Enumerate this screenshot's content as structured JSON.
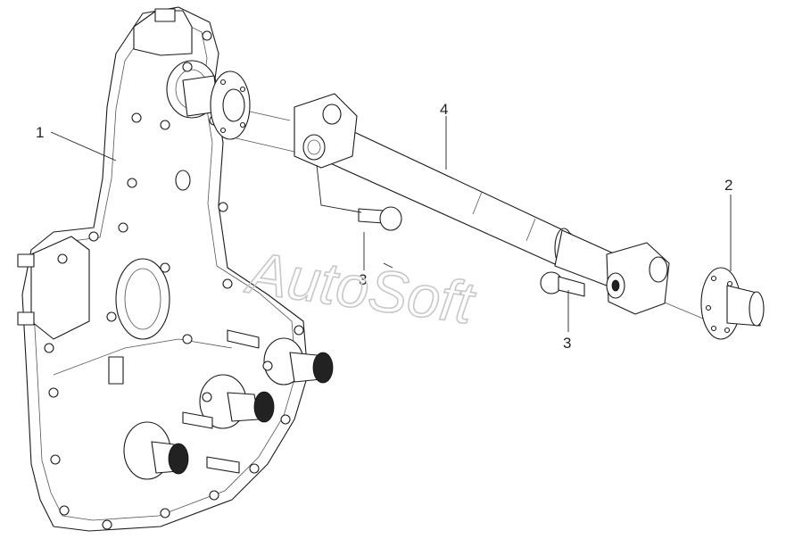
{
  "callouts": [
    {
      "id": "1",
      "label": "1"
    },
    {
      "id": "2",
      "label": "2"
    },
    {
      "id": "3a",
      "label": "3"
    },
    {
      "id": "3b",
      "label": "3"
    },
    {
      "id": "4",
      "label": "4"
    }
  ],
  "watermark": "AutoSoft"
}
